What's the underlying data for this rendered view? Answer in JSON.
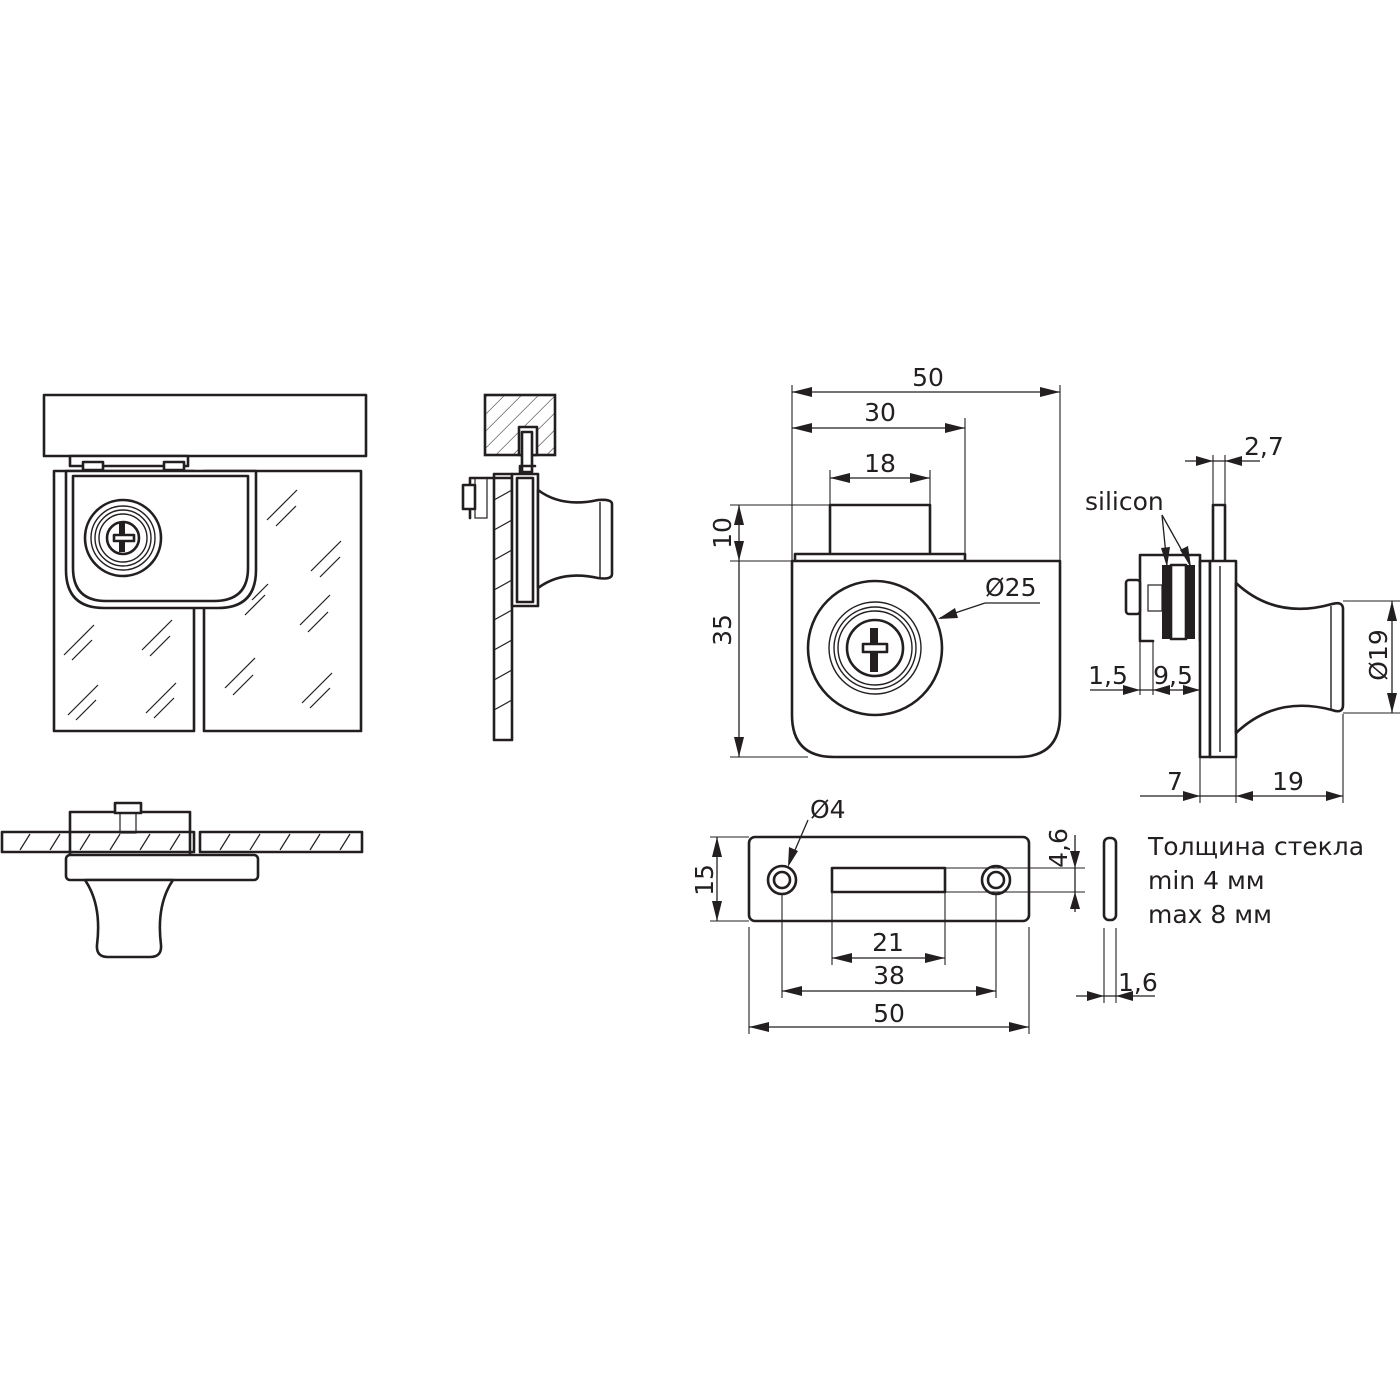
{
  "views": {
    "front_assembly": "front-view-assembly",
    "side_assembly": "side-view-assembly",
    "top_assembly": "top-view-assembly",
    "lock_body": "lock-body-front-view",
    "lock_side": "lock-side-view",
    "strike_plate": "strike-plate-view"
  },
  "dimensions": {
    "body_width": "50",
    "body_half_width": "30",
    "bolt_width": "18",
    "bolt_height": "10",
    "body_height": "35",
    "cylinder_diameter": "Ø25",
    "knob_diameter": "Ø19",
    "bracket_thickness": "2,7",
    "gap_left": "1,5",
    "glass_gap": "9,5",
    "depth_7": "7",
    "knob_depth": "19",
    "hole_diameter": "Ø4",
    "plate_height": "15",
    "slot_height": "4,6",
    "slot_width": "21",
    "hole_spacing": "38",
    "plate_width": "50",
    "plate_thickness": "1,6"
  },
  "labels": {
    "silicon": "silicon"
  },
  "note": {
    "line1": "Толщина стекла",
    "line2": "min 4 мм",
    "line3": "max 8 мм"
  },
  "colors": {
    "line": "#231f20",
    "background": "#ffffff"
  }
}
